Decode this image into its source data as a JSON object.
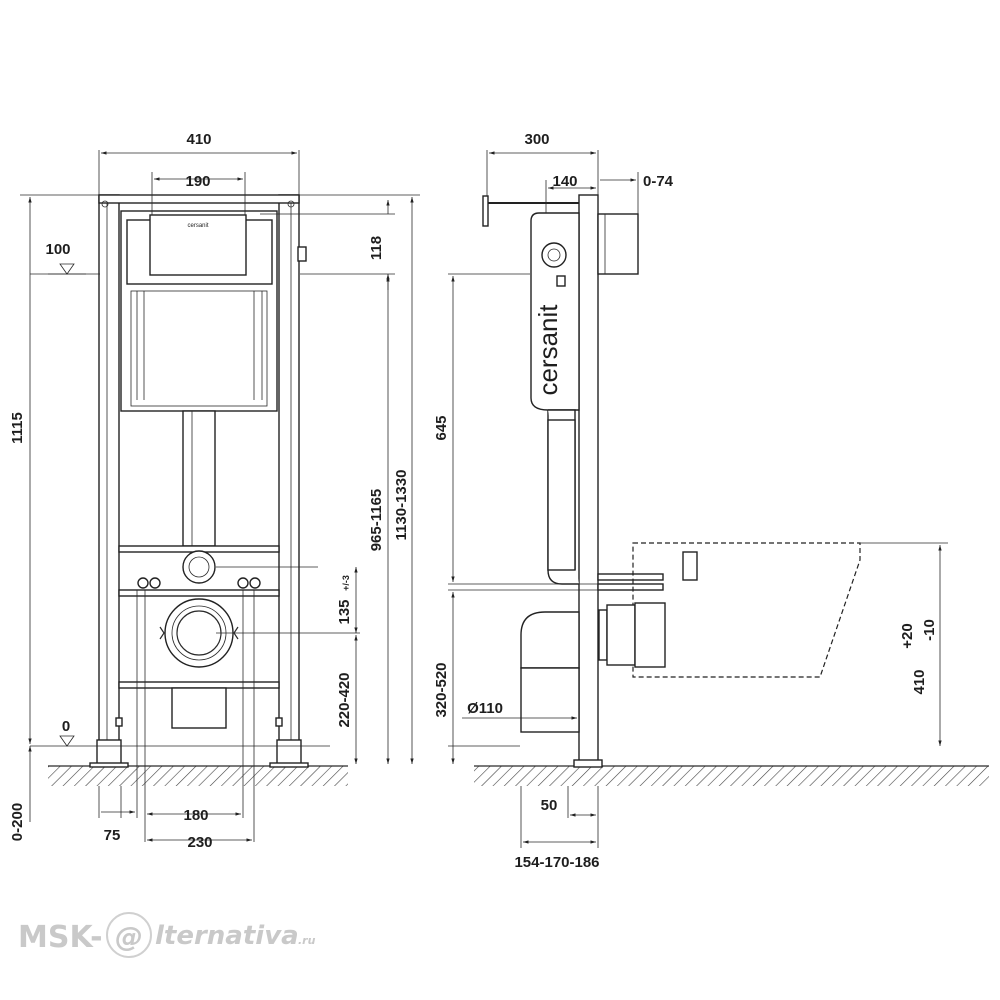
{
  "front_view": {
    "width_total": "410",
    "width_top_button": "190",
    "level_top": "100",
    "level_bottom": "0",
    "height_overall": "1115",
    "height_button_zone": "118",
    "height_range_a": "965-1165",
    "height_range_b": "1130-1330",
    "drain_offset": "135",
    "drain_offset_tol": "+/-3",
    "drain_height_range": "220-420",
    "floor_range": "0-200",
    "foot_offset": "75",
    "bolt_spacing": "180",
    "bolt_spacing_outer": "230",
    "tank_label": "cersanit"
  },
  "side_view": {
    "depth_total": "300",
    "depth_button": "140",
    "button_adjust": "0-74",
    "height_flush": "645",
    "outlet_height_range": "320-520",
    "pipe_diameter": "Ø110",
    "bowl_adjust_plus": "+20",
    "bowl_adjust_minus": "-10",
    "bowl_height": "410",
    "pipe_offset": "50",
    "depth_range": "154-170-186",
    "brand_vertical": "cersanit"
  },
  "watermark": {
    "prefix": "MSK-",
    "at_symbol": "@",
    "suffix": "lternativa",
    "tld": ".ru"
  },
  "colors": {
    "line": "#2a2a2a",
    "hatch": "#444444",
    "watermark": "#c9c9c9"
  }
}
